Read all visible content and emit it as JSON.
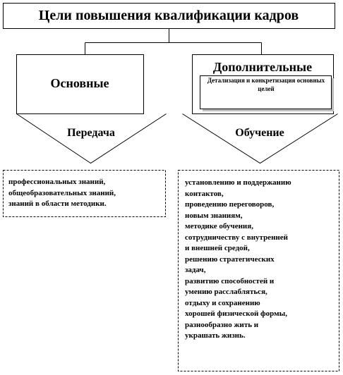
{
  "title": "Цели повышения квалификации кадров",
  "branches": {
    "main": {
      "label": "Основные",
      "action": "Передача",
      "items": [
        "профессиональных знаний,",
        "общеобразовательных  знаний,",
        "знаний в области методики."
      ]
    },
    "additional": {
      "label": "Дополнительные",
      "detail": "Детализация и конкретизация основных целей",
      "action": "Обучение",
      "items": [
        "установлению и поддержанию",
        "контактов,",
        "проведению переговоров,",
        "новым знаниям,",
        "методике обучения,",
        "сотрудничеству с внутренней",
        "и внешней средой,",
        "решению стратегических",
        "задач,",
        "развитию способностей и",
        "умению расслабляться,",
        "отдыху и сохранению",
        "хорошей  физической формы,",
        "разнообразно жить и",
        "украшать  жизнь."
      ]
    }
  }
}
